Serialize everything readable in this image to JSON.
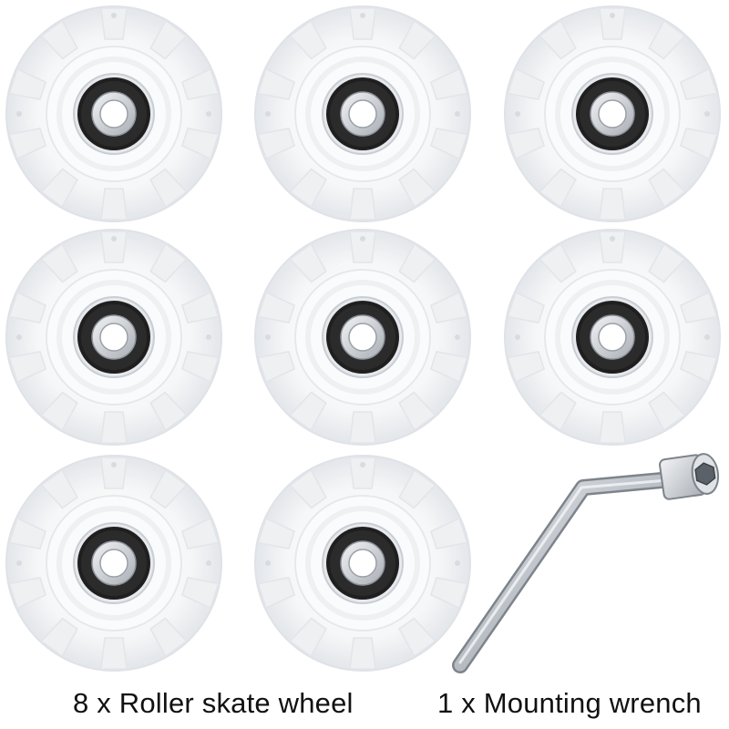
{
  "product": {
    "accent_colors": {
      "wheel": "#f4f5f7",
      "wheel_edge": "#dfe2e6",
      "bearing": "#222222",
      "hub": "#cfd3d8",
      "wrench": "#b9bec5"
    },
    "items": {
      "wheels": {
        "count": 8,
        "icon": "roller-skate-wheel-icon"
      },
      "wrench": {
        "count": 1,
        "icon": "mounting-wrench-icon"
      }
    }
  },
  "captions": {
    "wheels_label": "8 x Roller skate wheel",
    "wrench_label": "1 x Mounting wrench"
  }
}
